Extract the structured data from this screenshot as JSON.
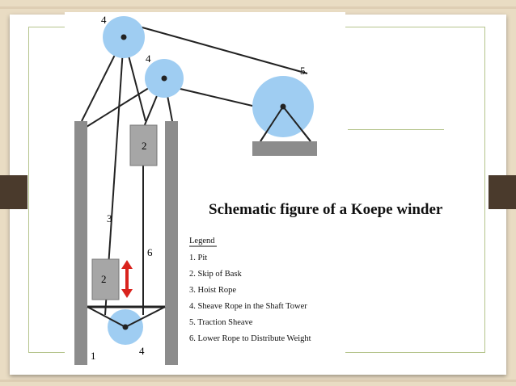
{
  "slide": {
    "caption": "Schematic figure of a Koepe winder"
  },
  "diagram": {
    "numbers": {
      "top_sheave": "4",
      "second_sheave": "4",
      "traction_sheave": "5",
      "upper_skip": "2",
      "hoist_rope": "3",
      "lower_rope": "6",
      "lower_skip": "2",
      "bottom_sheave": "4",
      "pit": "1"
    },
    "legend": {
      "title": "Legend",
      "items": [
        "1. Pit",
        "2. Skip of Bask",
        "3. Hoist Rope",
        "4. Sheave Rope in the Shaft Tower",
        "5. Traction Sheave",
        "6. Lower Rope to Distribute Weight"
      ]
    },
    "colors": {
      "sheave": "#9fcdf2",
      "tower": "#8c8c8c",
      "skip": "#a6a6a6",
      "rope": "#222222",
      "arrow": "#d9231d"
    }
  }
}
